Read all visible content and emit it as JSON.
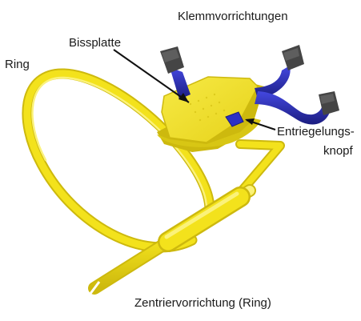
{
  "labels": {
    "klemm": "Klemmvorrichtungen",
    "bissplatte": "Bissplatte",
    "ring": "Ring",
    "entriegelung_line1": "Entriegelungs-",
    "entriegelung_line2": "knopf",
    "zentrier": "Zentriervorrichtung (Ring)"
  },
  "colors": {
    "yellow": "#f3e21c",
    "yellow_dark": "#cdb90e",
    "yellow_light": "#fbf27a",
    "blue": "#2b2fc6",
    "blue_dark": "#1b1d80",
    "pad": "#4a4a4a"
  }
}
